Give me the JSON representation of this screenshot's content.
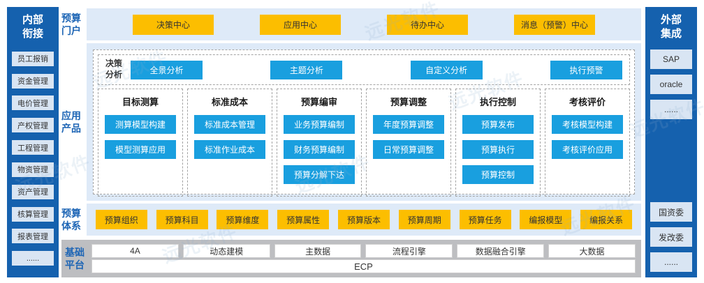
{
  "watermark": {
    "text": "远光软件"
  },
  "left_sidebar": {
    "title": "内部衔接",
    "items": [
      "员工报销",
      "资金管理",
      "电价管理",
      "产权管理",
      "工程管理",
      "物资管理",
      "资产管理",
      "核算管理",
      "报表管理",
      "......"
    ]
  },
  "right_sidebar": {
    "title": "外部集成",
    "top_items": [
      "SAP",
      "oracle",
      "......"
    ],
    "bottom_items": [
      "国资委",
      "发改委",
      "......"
    ]
  },
  "portal": {
    "label": "预算门户",
    "buttons": [
      "决策中心",
      "应用中心",
      "待办中心",
      "消息（预警）中心"
    ]
  },
  "products": {
    "label": "应用产品",
    "analysis": {
      "label": "决策分析",
      "buttons": [
        "全景分析",
        "主题分析",
        "自定义分析",
        "执行预警"
      ]
    },
    "columns": [
      {
        "title": "目标测算",
        "buttons": [
          "测算模型构建",
          "模型测算应用"
        ]
      },
      {
        "title": "标准成本",
        "buttons": [
          "标准成本管理",
          "标准作业成本"
        ]
      },
      {
        "title": "预算编审",
        "buttons": [
          "业务预算编制",
          "财务预算编制",
          "预算分解下达"
        ]
      },
      {
        "title": "预算调整",
        "buttons": [
          "年度预算调整",
          "日常预算调整"
        ]
      },
      {
        "title": "执行控制",
        "buttons": [
          "预算发布",
          "预算执行",
          "预算控制"
        ]
      },
      {
        "title": "考核评价",
        "buttons": [
          "考核模型构建",
          "考核评价应用"
        ]
      }
    ]
  },
  "system": {
    "label": "预算体系",
    "buttons": [
      "预算组织",
      "预算科目",
      "预算维度",
      "预算属性",
      "预算版本",
      "预算周期",
      "预算任务",
      "编报模型",
      "编报关系"
    ]
  },
  "platform": {
    "label": "基础平台",
    "buttons": [
      "4A",
      "动态建模",
      "主数据",
      "流程引擎",
      "数据融合引擎",
      "大数据"
    ],
    "base": "ECP"
  },
  "colors": {
    "rail_blue": "#1561ae",
    "panel_blue": "#deeaf8",
    "button_blue": "#199fdf",
    "button_yellow": "#fcbe00",
    "platform_gray": "#bdbec1",
    "label_blue": "#1d65b5"
  }
}
